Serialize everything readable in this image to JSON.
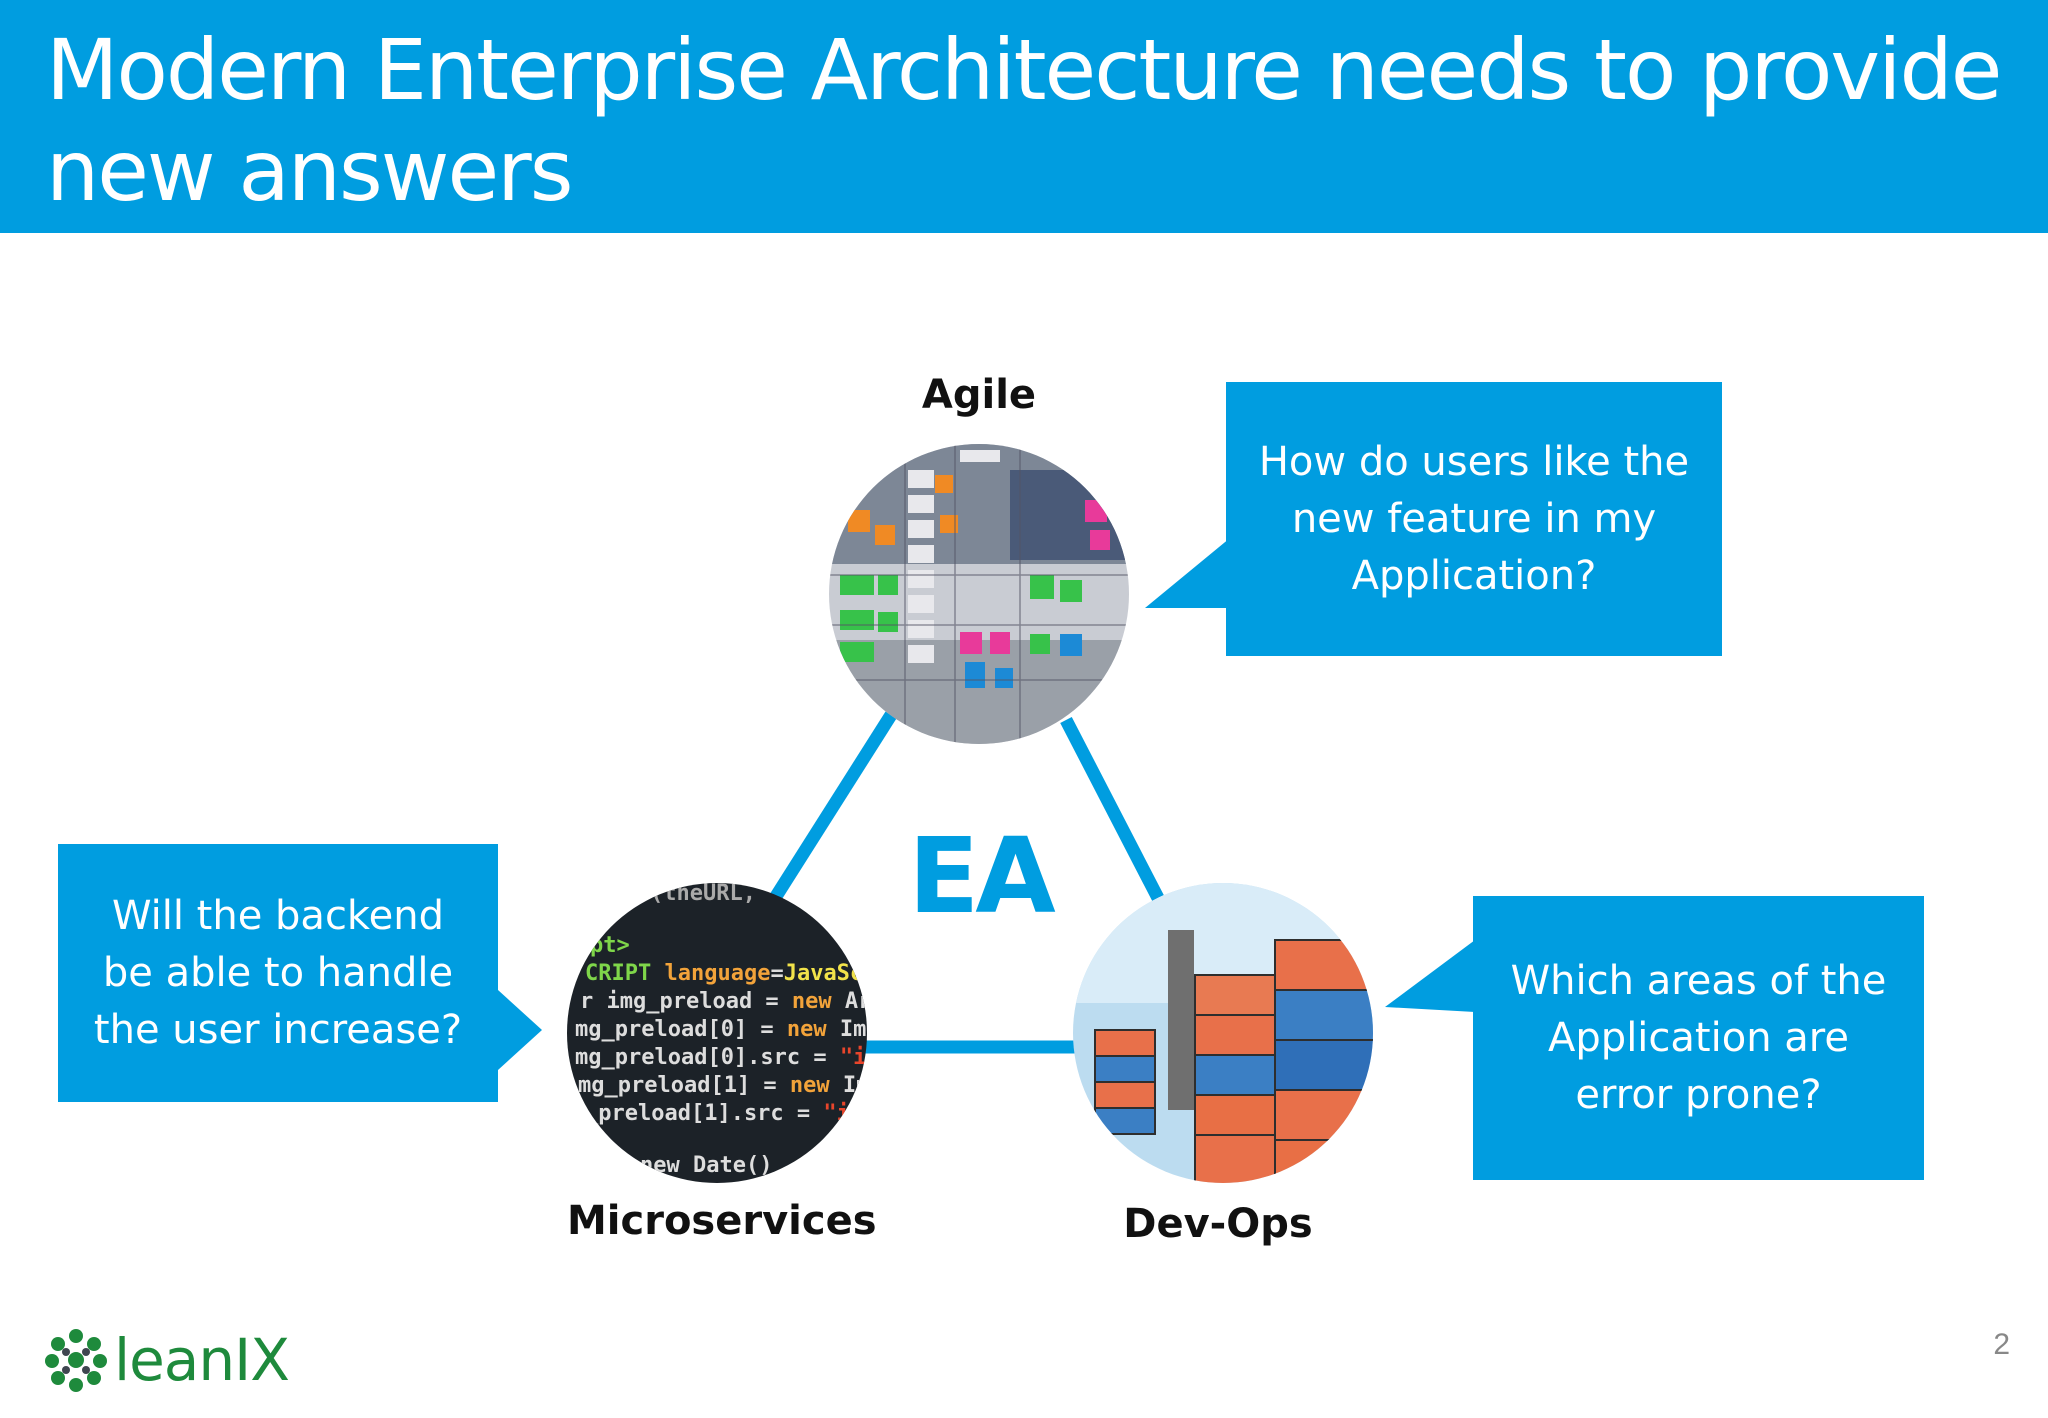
{
  "header": {
    "title": "Modern Enterprise Architecture needs to provide new answers",
    "background_color": "#009de0"
  },
  "diagram": {
    "center_label": "EA",
    "nodes": [
      {
        "id": "agile",
        "label": "Agile",
        "image": "kanban-board-photo"
      },
      {
        "id": "microservices",
        "label": "Microservices",
        "image": "source-code-photo"
      },
      {
        "id": "devops",
        "label": "Dev-Ops",
        "image": "shipping-containers-photo"
      }
    ],
    "callouts": [
      {
        "id": "agile-question",
        "text": "How do users like the new feature in my Application?"
      },
      {
        "id": "microservices-question",
        "text": "Will the backend be able to handle the user increase?"
      },
      {
        "id": "devops-question",
        "text": "Which areas of the Application are error prone?"
      }
    ],
    "accent_color": "#009de0"
  },
  "footer": {
    "logo_text": "leanIX",
    "logo_icon": "globe-network-icon",
    "page_number": "2"
  }
}
